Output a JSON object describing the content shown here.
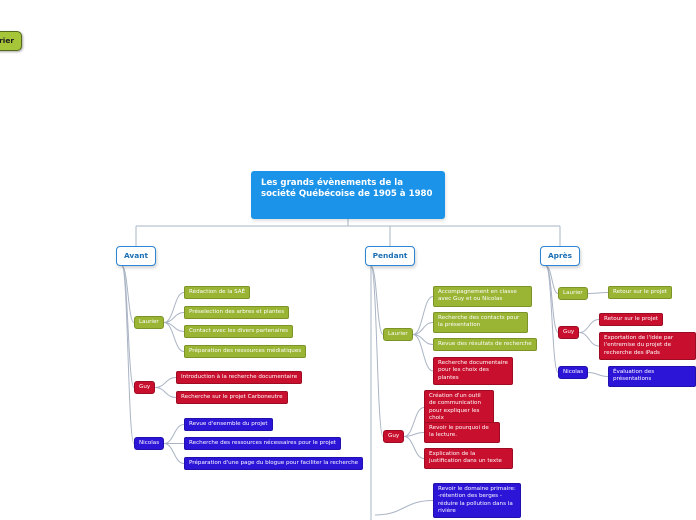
{
  "floating_topic": {
    "text": "rier"
  },
  "root": {
    "text": "Les grands évènements de la société Québécoise de 1905 à 1980"
  },
  "colors": {
    "root": "#1b93e8",
    "laurier": "#9ab534",
    "guy": "#c8102e",
    "nicolas": "#2d15d8",
    "link": "#aab4c4"
  },
  "phases": [
    {
      "label": "Avant",
      "groups": [
        {
          "person": "Laurier",
          "tasks": [
            "Rédaction de la SAÉ",
            "Préselection des arbres et plantes",
            "Contact avec les divers partenaires",
            "Préparation des ressources médiatiques"
          ]
        },
        {
          "person": "Guy",
          "tasks": [
            "Introduction à la recherche documentaire",
            "Recherche sur le projet Carboneutre"
          ]
        },
        {
          "person": "Nicolas",
          "tasks": [
            "Revue d'ensemble du projet",
            "Recherche des ressources nécessaires pour le projet",
            "Préparation d'une page du blogue pour faciliter la recherche"
          ]
        }
      ]
    },
    {
      "label": "Pendant",
      "groups": [
        {
          "person": "Laurier",
          "tasks": [
            "Accompagnement en classe avec Guy et ou Nicolas",
            "Recherche des contacts pour la présentation",
            "Revue des résultats de recherche",
            "Recherche documentaire pour les choix des plantes"
          ]
        },
        {
          "person": "Guy",
          "tasks": [
            "Création d'un outil de communication pour expliquer les choix",
            "Revoir le pourquoi de la lecture.",
            "Explication de la justification dans un texte"
          ]
        },
        {
          "person": "",
          "tasks": [
            "Revoir le domaine primaire: -rétention des berges - réduire la pollution dans la rivière"
          ]
        }
      ]
    },
    {
      "label": "Après",
      "groups": [
        {
          "person": "Laurier",
          "tasks": [
            "Retour sur le projet"
          ]
        },
        {
          "person": "Guy",
          "tasks": [
            "Retour sur le projet",
            "Exportation de l'idée par l'entremise du projet de recherche des iPads"
          ]
        },
        {
          "person": "Nicolas",
          "tasks": [
            "Évaluation des présentations"
          ]
        }
      ]
    }
  ]
}
